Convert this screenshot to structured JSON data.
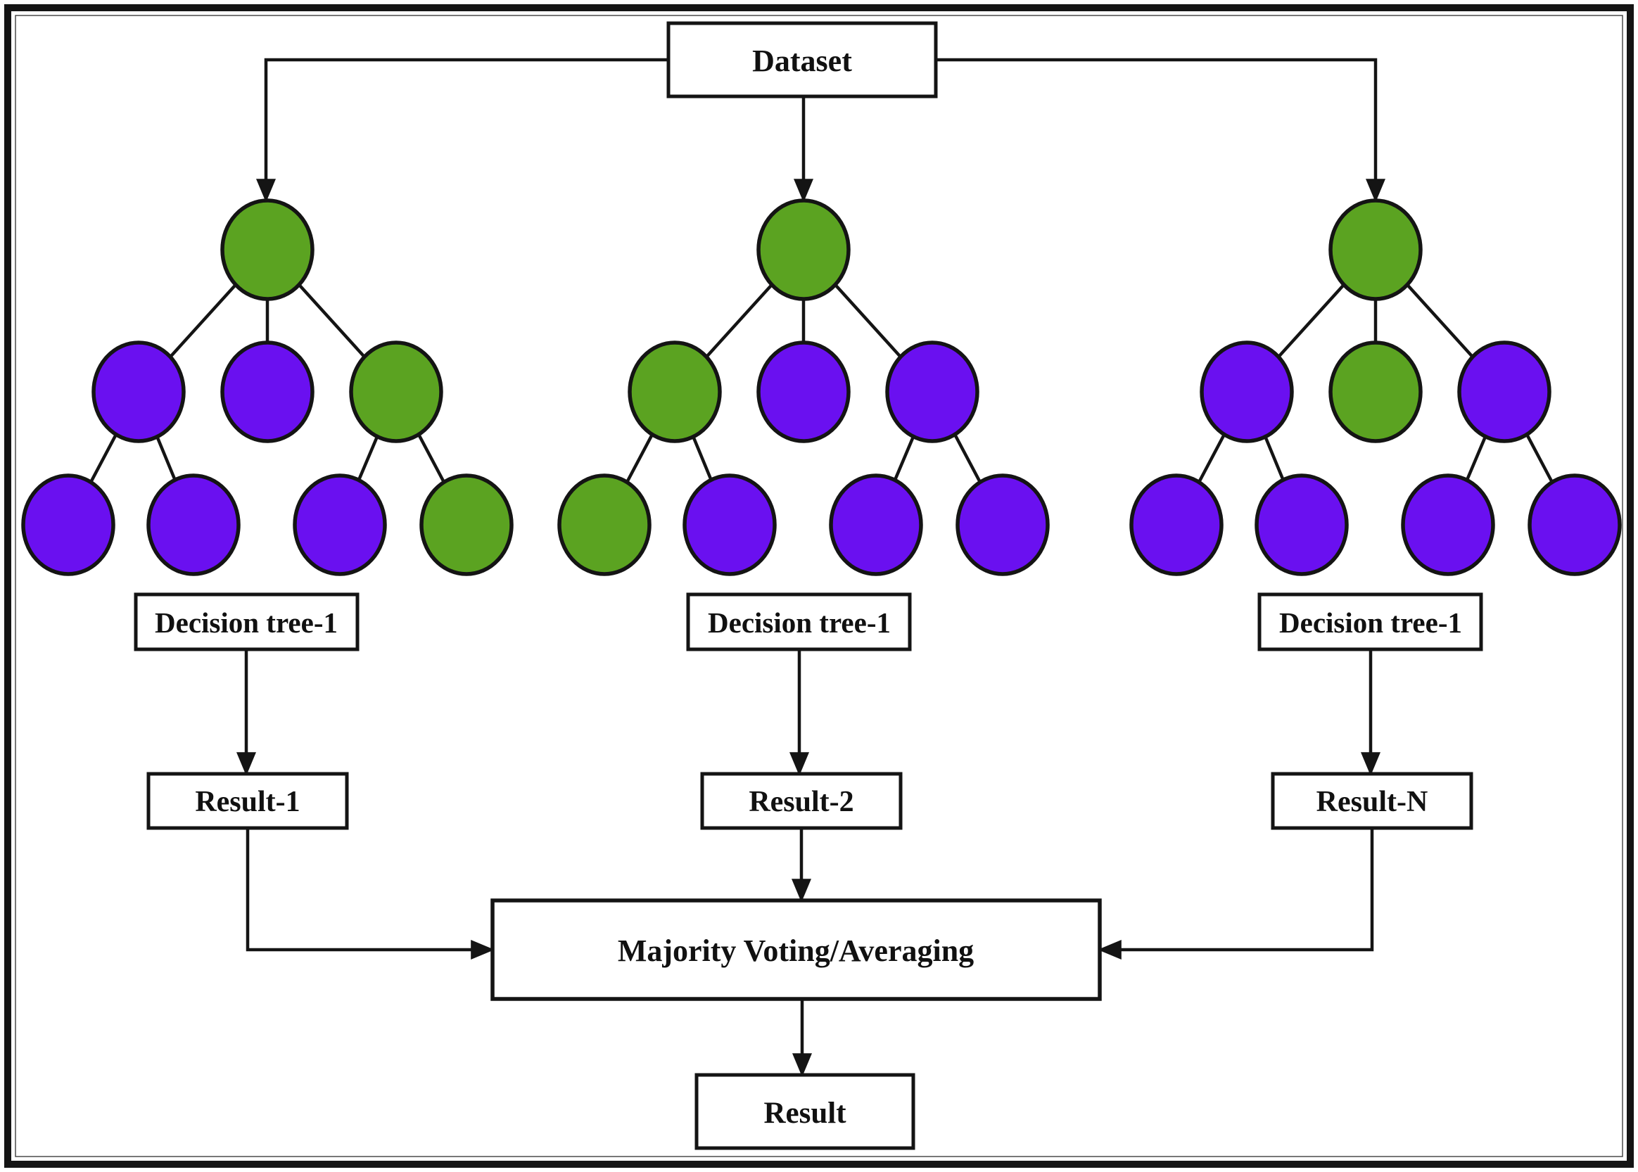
{
  "diagram": {
    "dataset_label": "Dataset",
    "majority_label": "Majority Voting/Averaging",
    "final_result_label": "Result",
    "trees": [
      {
        "label": "Decision tree-1",
        "result_label": "Result-1",
        "nodes": {
          "root": "green",
          "level2": [
            "purple",
            "purple",
            "green"
          ],
          "leaves": [
            "purple",
            "purple",
            "purple",
            "green"
          ]
        }
      },
      {
        "label": "Decision tree-1",
        "result_label": "Result-2",
        "nodes": {
          "root": "green",
          "level2": [
            "green",
            "purple",
            "purple"
          ],
          "leaves": [
            "green",
            "purple",
            "purple",
            "purple"
          ]
        }
      },
      {
        "label": "Decision tree-1",
        "result_label": "Result-N",
        "nodes": {
          "root": "green",
          "level2": [
            "purple",
            "green",
            "purple"
          ],
          "leaves": [
            "purple",
            "purple",
            "purple",
            "purple"
          ]
        }
      }
    ]
  },
  "colors": {
    "node_green": "#5ba321",
    "node_purple": "#6a10f0",
    "line": "#141414",
    "background": "#ffffff"
  }
}
